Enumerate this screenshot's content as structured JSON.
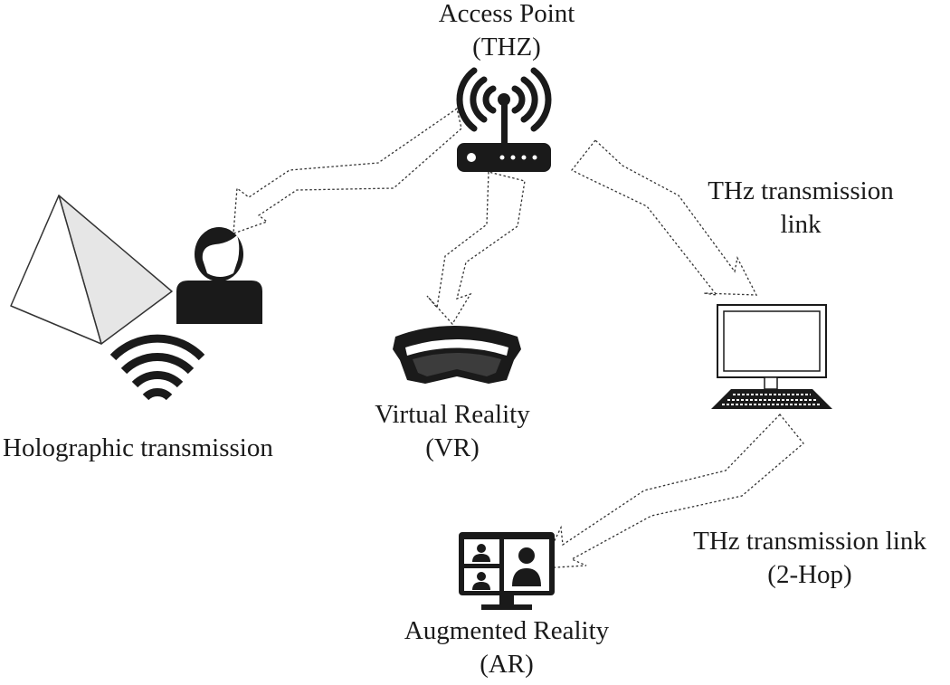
{
  "labels": {
    "access_point": {
      "line1": "Access Point",
      "line2": "(THZ)"
    },
    "thz_link": {
      "line1": "THz transmission",
      "line2": "link"
    },
    "holographic": "Holographic transmission",
    "vr": {
      "line1": "Virtual Reality",
      "line2": "(VR)"
    },
    "thz_link_2hop": {
      "line1": "THz transmission link",
      "line2": "(2-Hop)"
    },
    "ar": {
      "line1": "Augmented Reality",
      "line2": "(AR)"
    }
  },
  "icons": {
    "router": "wifi-router-icon",
    "pyramid": "hologram-pyramid-icon",
    "user": "user-icon",
    "wifi": "wifi-signal-icon",
    "vr_headset": "vr-headset-icon",
    "computer": "desktop-computer-icon",
    "ar_screen": "video-conference-screen-icon"
  },
  "colors": {
    "ink": "#1a1a1a",
    "pyramid_shade": "#e6e6e6"
  }
}
